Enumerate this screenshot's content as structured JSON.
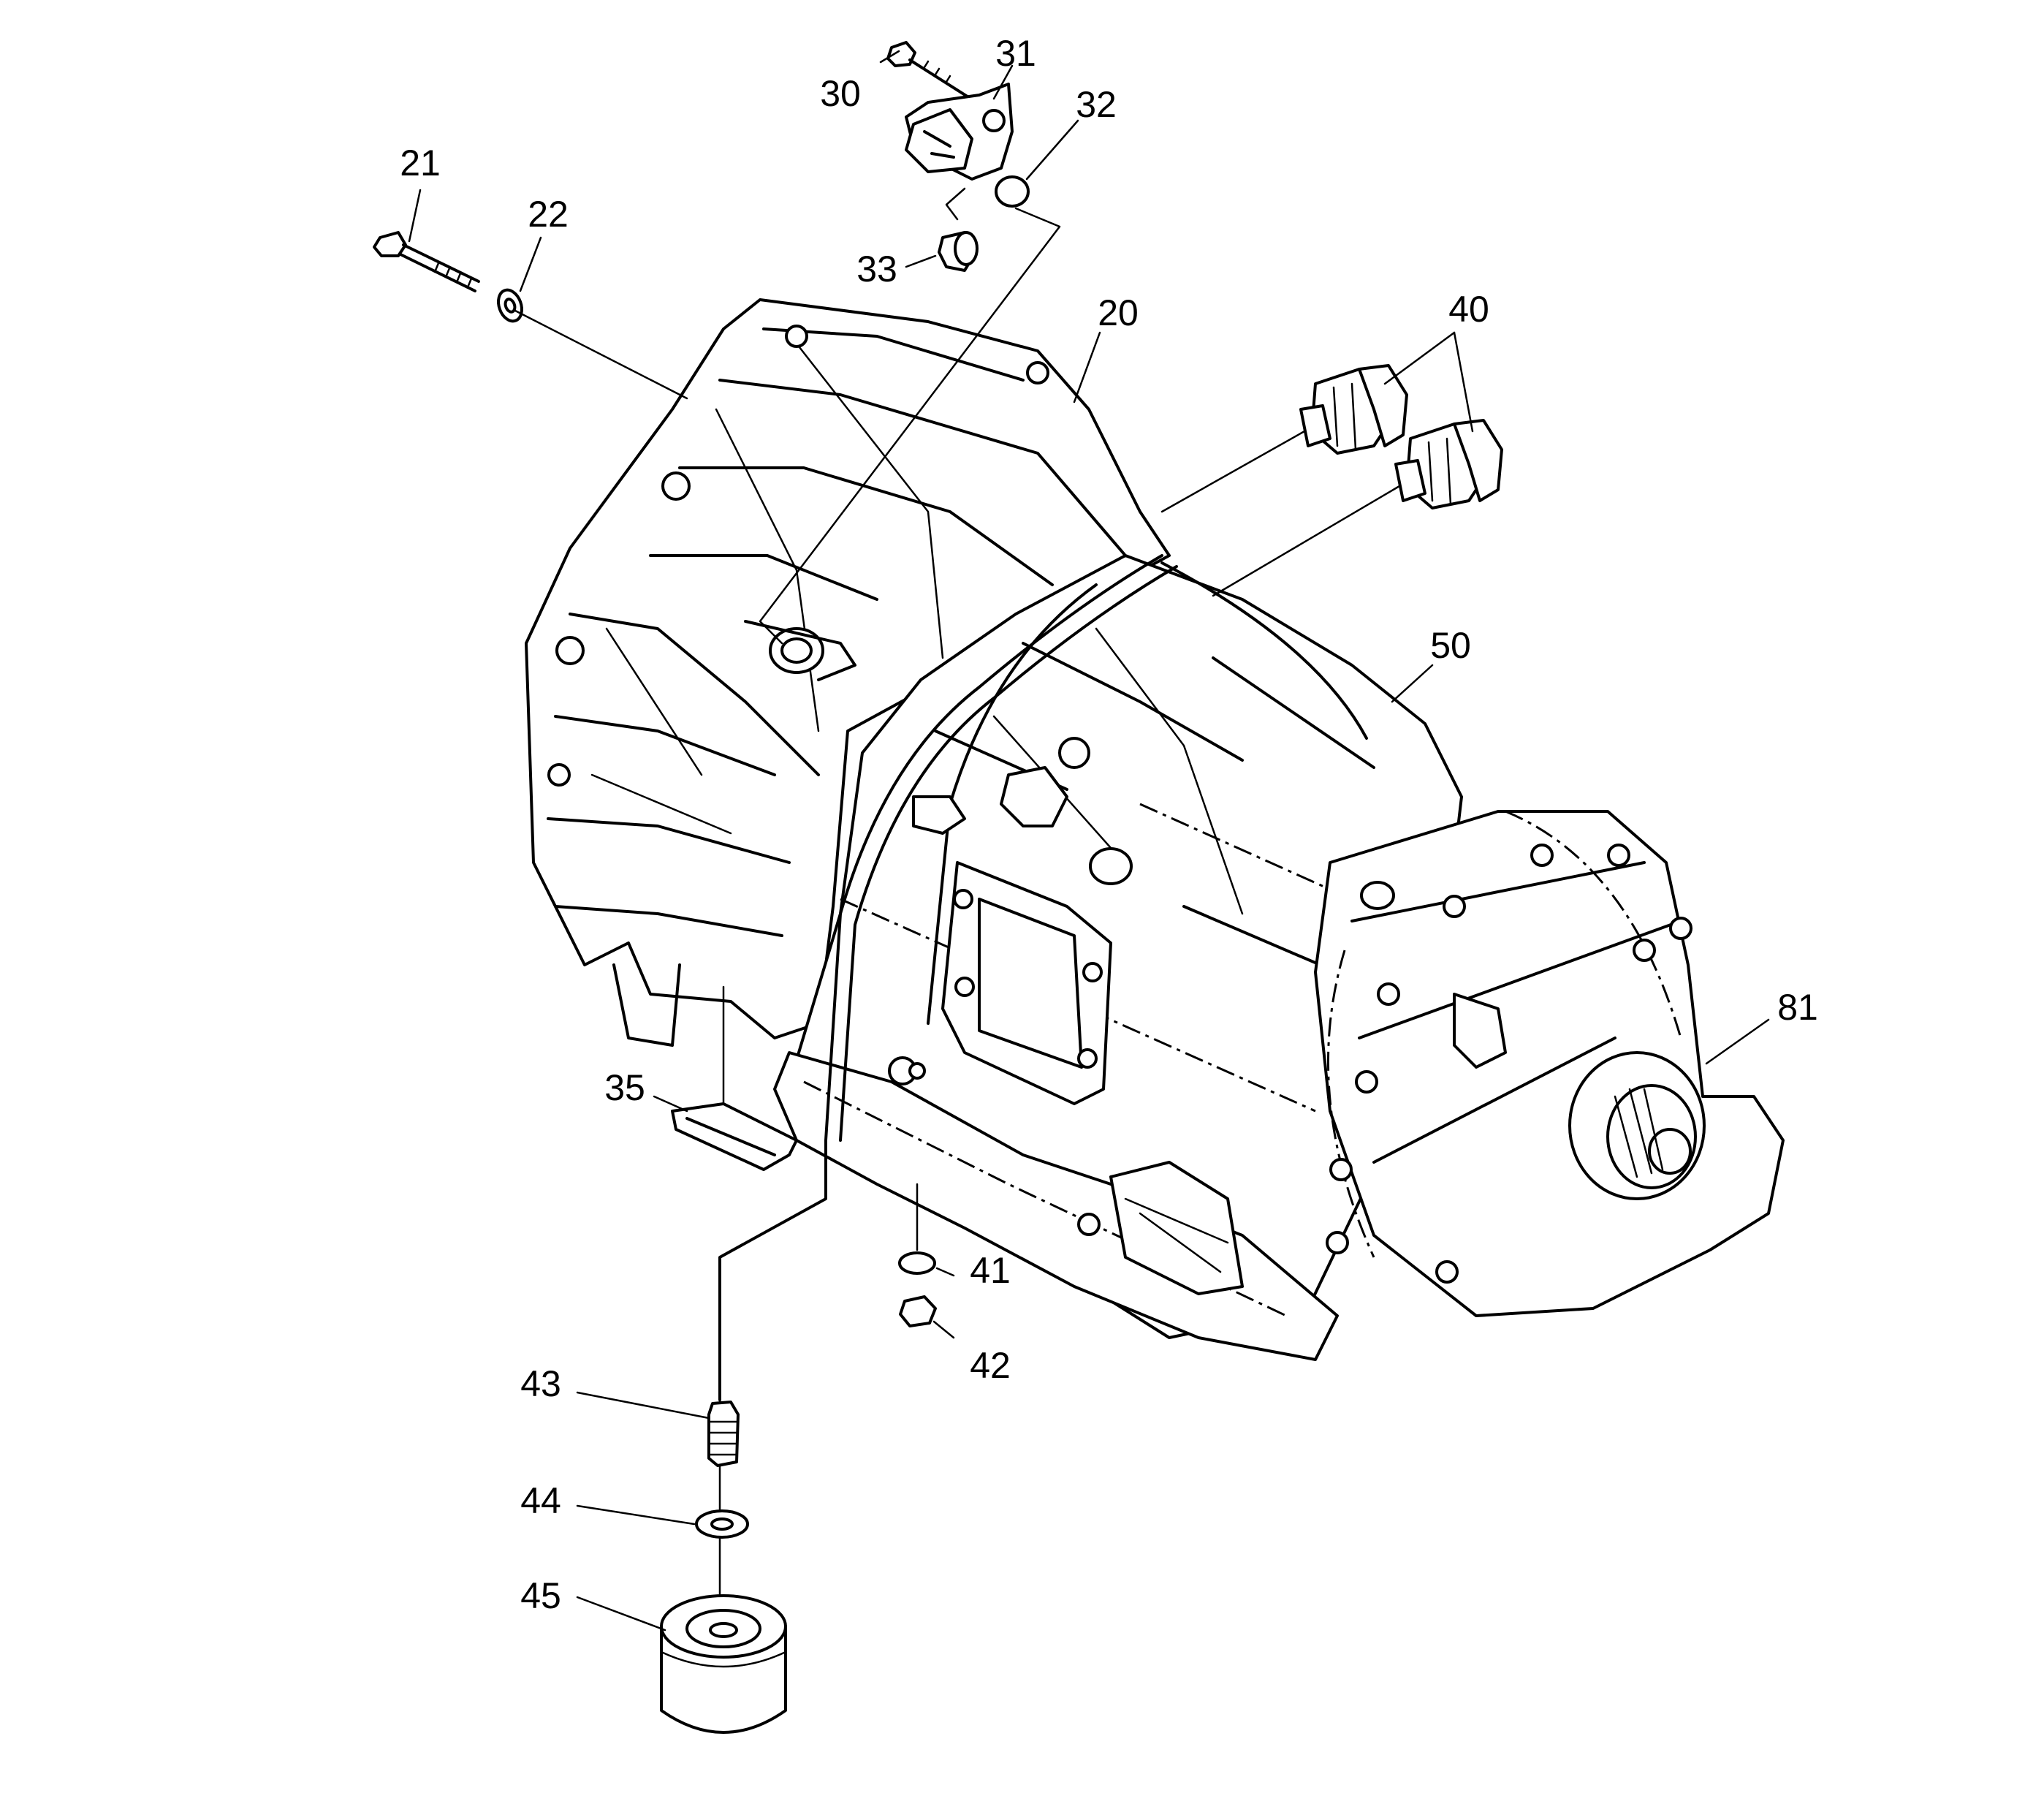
{
  "diagram": {
    "callouts": [
      {
        "id": "c20",
        "label": "20"
      },
      {
        "id": "c21",
        "label": "21"
      },
      {
        "id": "c22",
        "label": "22"
      },
      {
        "id": "c30",
        "label": "30"
      },
      {
        "id": "c31",
        "label": "31"
      },
      {
        "id": "c32",
        "label": "32"
      },
      {
        "id": "c33",
        "label": "33"
      },
      {
        "id": "c35",
        "label": "35"
      },
      {
        "id": "c40",
        "label": "40"
      },
      {
        "id": "c41",
        "label": "41"
      },
      {
        "id": "c42",
        "label": "42"
      },
      {
        "id": "c43",
        "label": "43"
      },
      {
        "id": "c44",
        "label": "44"
      },
      {
        "id": "c45",
        "label": "45"
      },
      {
        "id": "c50",
        "label": "50"
      },
      {
        "id": "c81",
        "label": "81"
      }
    ]
  }
}
